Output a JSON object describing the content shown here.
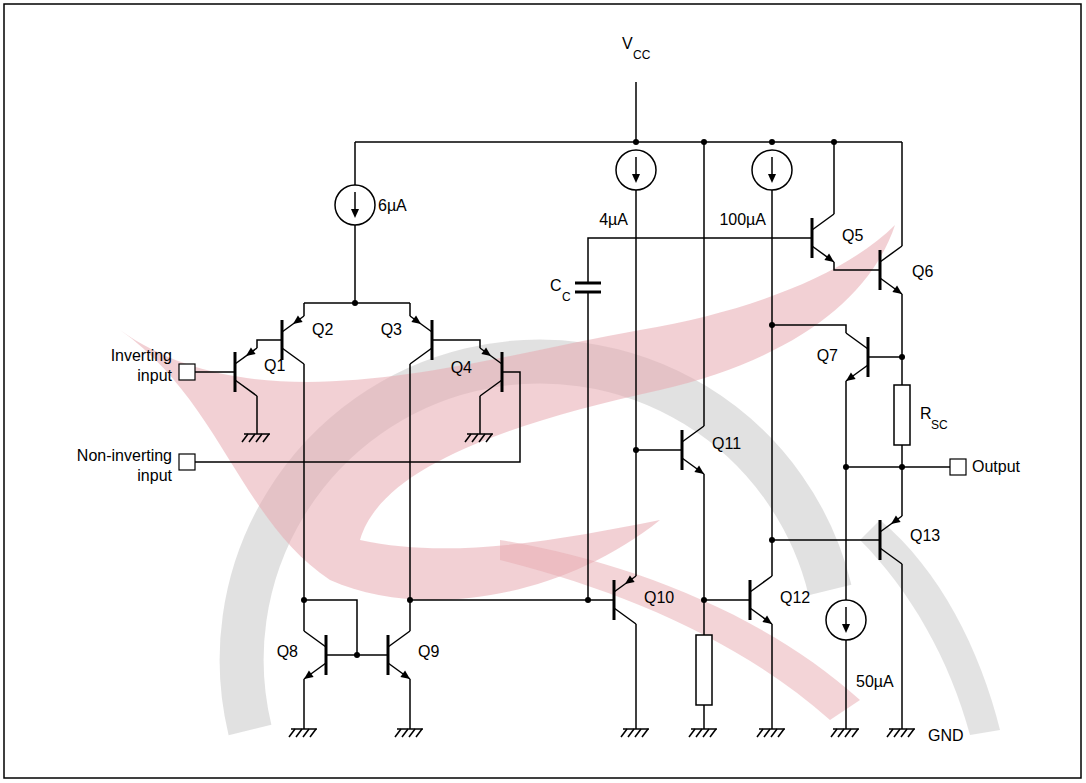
{
  "diagram": {
    "labels": [
      "V",
      "CC",
      "6µA",
      "4µA",
      "100µA",
      "Q5",
      "Q6",
      "Q2",
      "Q3",
      "Q1",
      "Q4",
      "Q7",
      "Inverting input",
      "Non-inverting input",
      "C",
      "C",
      "R",
      "SC",
      "Output",
      "Q11",
      "Q10",
      "Q12",
      "Q13",
      "Q8",
      "Q9",
      "50µA",
      "GND"
    ]
  }
}
